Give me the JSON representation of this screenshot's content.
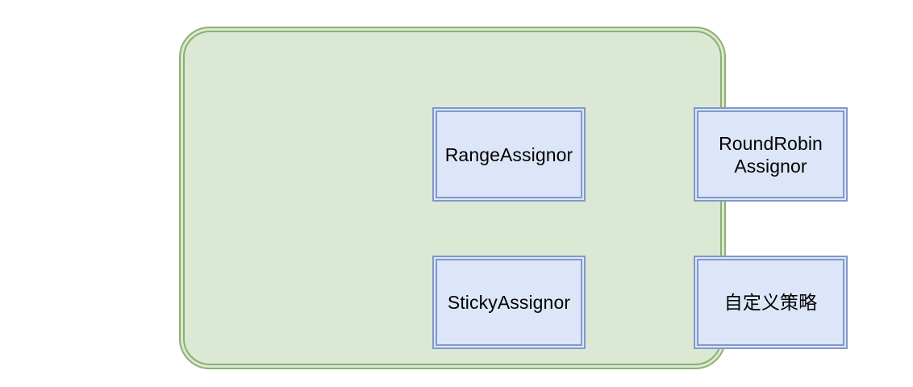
{
  "diagram": {
    "type": "grouped-node-diagram",
    "background_color": "#ffffff",
    "group": {
      "name": "partition-assignor-group",
      "fill_color": "#dae8d4",
      "stroke_color": "#8cb06e",
      "label": ""
    },
    "node_style": {
      "fill_color": "#dde6f8",
      "stroke_color": "#8099c8",
      "text_color": "#000000"
    },
    "nodes": [
      {
        "id": "range",
        "label": "RangeAssignor"
      },
      {
        "id": "roundrobin",
        "label": "RoundRobin\nAssignor"
      },
      {
        "id": "sticky",
        "label": "StickyAssignor"
      },
      {
        "id": "custom",
        "label": "自定义策略"
      }
    ]
  }
}
